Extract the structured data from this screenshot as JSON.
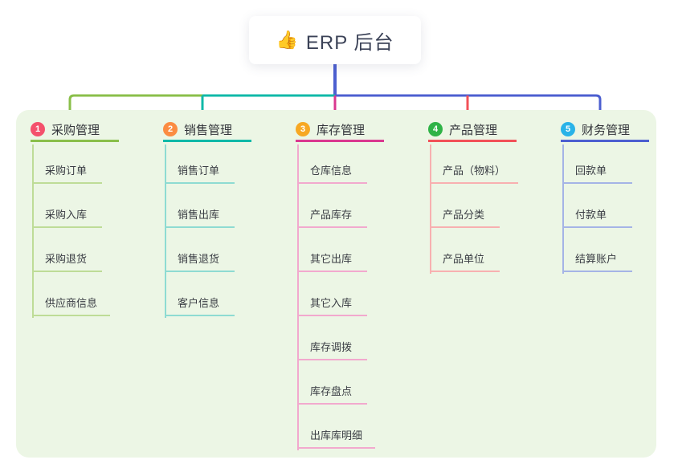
{
  "root": {
    "label": "ERP 后台",
    "icon": "thumbs-up",
    "icon_glyph": "👍"
  },
  "colors": {
    "root_line": "#4c5fd0",
    "panel_bg": "#ecf6e5",
    "root_text": "#3b4257",
    "item_text": "#3a3d44"
  },
  "branches": [
    {
      "index": "1",
      "label": "采购管理",
      "badge_color": "#f4516c",
      "line_color": "#8abf4a",
      "item_line_color": "#bedc97",
      "items": [
        "采购订单",
        "采购入库",
        "采购退货",
        "供应商信息"
      ]
    },
    {
      "index": "2",
      "label": "销售管理",
      "badge_color": "#fb8c42",
      "line_color": "#10b9a8",
      "item_line_color": "#8edbd2",
      "items": [
        "销售订单",
        "销售出库",
        "销售退货",
        "客户信息"
      ]
    },
    {
      "index": "3",
      "label": "库存管理",
      "badge_color": "#f7a823",
      "line_color": "#da3890",
      "item_line_color": "#f2a9ce",
      "items": [
        "仓库信息",
        "产品库存",
        "其它出库",
        "其它入库",
        "库存调拨",
        "库存盘点",
        "出库库明细"
      ]
    },
    {
      "index": "4",
      "label": "产品管理",
      "badge_color": "#2fb347",
      "line_color": "#f25158",
      "item_line_color": "#f8b0b0",
      "items": [
        "产品（物料）",
        "产品分类",
        "产品单位"
      ]
    },
    {
      "index": "5",
      "label": "财务管理",
      "badge_color": "#29b3e8",
      "line_color": "#4c5fd0",
      "item_line_color": "#a5b4e6",
      "items": [
        "回款单",
        "付款单",
        "结算账户"
      ]
    }
  ]
}
